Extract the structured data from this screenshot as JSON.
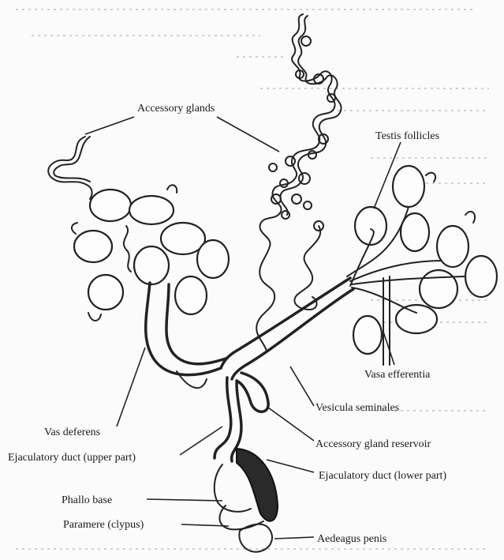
{
  "labels": {
    "accessory_glands": "Accessory glands",
    "testis_follicles": "Testis follicles",
    "vasa_efferentia": "Vasa efferentia",
    "vesicula_seminales": "Vesicula seminales",
    "vas_deferens": "Vas deferens",
    "accessory_gland_reservoir": "Accessory gland reservoir",
    "ejaculatory_duct_upper": "Ejaculatory duct (upper part)",
    "ejaculatory_duct_lower": "Ejaculatory duct (lower part)",
    "phallo_base": "Phallo base",
    "paramere": "Paramere (clypus)",
    "aedeagus_penis": "Aedeagus penis"
  }
}
